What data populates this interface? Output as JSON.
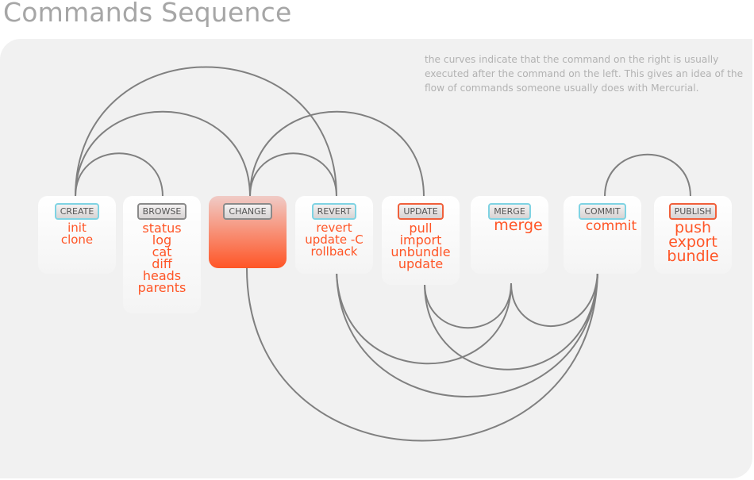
{
  "title": "Commands Sequence",
  "note": "the curves indicate that the command on the right is usually executed after the command on the left. This gives an idea of the flow of commands someone usually does with Mercurial.",
  "colors": {
    "accent": "#ff5526",
    "curve": "#808080",
    "tag_cyan": "#7fd3e3",
    "tag_orange": "#f0603b",
    "tag_gray": "#8a8a8a"
  },
  "groups": [
    {
      "id": "create",
      "label": "CREATE",
      "commands": [
        "init",
        "clone"
      ]
    },
    {
      "id": "browse",
      "label": "BROWSE",
      "commands": [
        "status",
        "log",
        "cat",
        "diff",
        "heads",
        "parents"
      ]
    },
    {
      "id": "change",
      "label": "CHANGE",
      "commands": []
    },
    {
      "id": "revert",
      "label": "REVERT",
      "commands": [
        "revert",
        "update -C",
        "rollback"
      ]
    },
    {
      "id": "update",
      "label": "UPDATE",
      "commands": [
        "pull",
        "import",
        "unbundle",
        "update"
      ]
    },
    {
      "id": "merge",
      "label": "MERGE",
      "commands": [
        "merge"
      ]
    },
    {
      "id": "commit",
      "label": "COMMIT",
      "commands": [
        "commit"
      ]
    },
    {
      "id": "publish",
      "label": "PUBLISH",
      "commands": [
        "push",
        "export",
        "bundle"
      ]
    }
  ],
  "transitions": [
    {
      "from": "create",
      "to": "browse"
    },
    {
      "from": "create",
      "to": "change"
    },
    {
      "from": "create",
      "to": "revert"
    },
    {
      "from": "change",
      "to": "revert"
    },
    {
      "from": "change",
      "to": "update"
    },
    {
      "from": "commit",
      "to": "publish"
    },
    {
      "from": "change",
      "to": "commit"
    },
    {
      "from": "revert",
      "to": "merge"
    },
    {
      "from": "revert",
      "to": "commit"
    },
    {
      "from": "update",
      "to": "merge"
    },
    {
      "from": "update",
      "to": "commit"
    },
    {
      "from": "merge",
      "to": "commit"
    }
  ]
}
